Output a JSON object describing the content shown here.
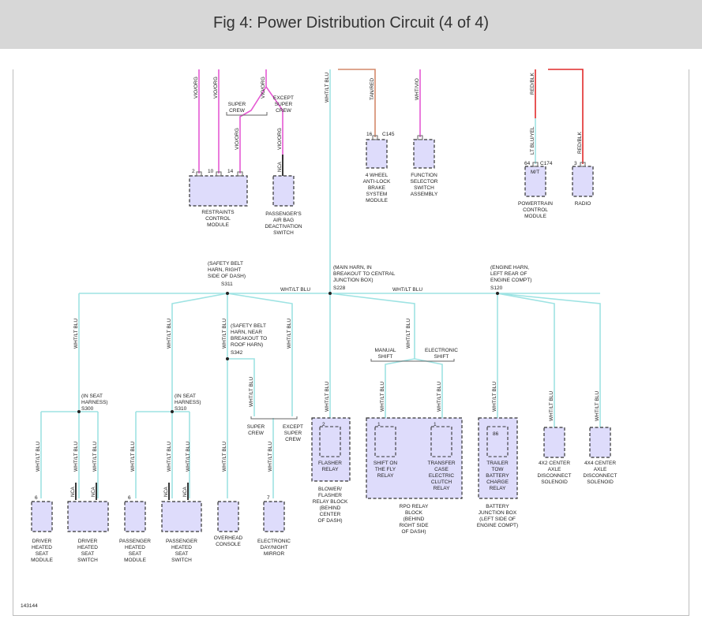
{
  "page": {
    "title": "Fig 4: Power Distribution Circuit (4 of 4)",
    "figure_number": "143144"
  },
  "colors": {
    "header_bg": "#d7d7d7",
    "component_fill": "#dedcfb",
    "wire_wht_lt_blu": "#9ee3e3",
    "wire_vio_org": "#e55ad3",
    "wire_red_blk": "#e12a2a",
    "wire_tan_red": "#d4896a"
  },
  "wires": {
    "vio_org": "VIO/ORG",
    "tan_red": "TAN/RED",
    "wht_vio": "WHT/VIO",
    "red_blk": "RED/BLK",
    "lt_blu_yel": "LT BLU/YEL",
    "wht_lt_blu": "WHT/LT BLU"
  },
  "labels": {
    "super_crew": [
      "SUPER",
      "CREW"
    ],
    "except_super_crew": [
      "EXCEPT",
      "SUPER",
      "CREW"
    ],
    "manual_shift": [
      "MANUAL",
      "SHIFT"
    ],
    "electronic_shift": [
      "ELECTRONIC",
      "SHIFT"
    ],
    "nca": "NCA",
    "mt": "M/T"
  },
  "splices": {
    "s311": {
      "note": [
        "(SAFETY BELT",
        "HARN, RIGHT",
        "SIDE OF DASH)"
      ],
      "id": "S311"
    },
    "s228": {
      "note": [
        "(MAIN HARN, IN",
        "BREAKOUT TO CENTRAL",
        "JUNCTION BOX)"
      ],
      "id": "S228"
    },
    "s120": {
      "note": [
        "(ENGINE HARN,",
        "LEFT REAR OF",
        "ENGINE COMPT)"
      ],
      "id": "S120"
    },
    "s342": {
      "note": [
        "(SAFETY BELT",
        "HARN, NEAR",
        "BREAKOUT TO",
        "ROOF HARN)"
      ],
      "id": "S342"
    },
    "s300": {
      "note": [
        "(IN SEAT",
        "HARNESS)"
      ],
      "id": "S300"
    },
    "s310": {
      "note": [
        "(IN SEAT",
        "HARNESS)"
      ],
      "id": "S310"
    }
  },
  "components": {
    "rcm": {
      "lines": [
        "RESTRAINTS",
        "CONTROL",
        "MODULE"
      ],
      "pins": [
        "2",
        "10",
        "14"
      ]
    },
    "pad": {
      "lines": [
        "PASSENGER'S",
        "AIR BAG",
        "DEACTIVATION",
        "SWITCH"
      ]
    },
    "abs": {
      "lines": [
        "4 WHEEL",
        "ANTI-LOCK",
        "BRAKE",
        "SYSTEM",
        "MODULE"
      ],
      "pin": "16",
      "connector": "C145"
    },
    "fss": {
      "lines": [
        "FUNCTION",
        "SELECTOR",
        "SWITCH",
        "ASSEMBLY"
      ]
    },
    "pcm": {
      "lines": [
        "POWERTRAIN",
        "CONTROL",
        "MODULE"
      ],
      "pin": "64",
      "connector": "C174"
    },
    "radio": {
      "lines": [
        "RADIO"
      ],
      "pin": "3"
    },
    "dhsm": {
      "lines": [
        "DRIVER",
        "HEATED",
        "SEAT",
        "MODULE"
      ],
      "pin": "6"
    },
    "dhss": {
      "lines": [
        "DRIVER",
        "HEATED",
        "SEAT",
        "SWITCH"
      ]
    },
    "phsm": {
      "lines": [
        "PASSENGER",
        "HEATED",
        "SEAT",
        "MODULE"
      ],
      "pin": "6"
    },
    "phss": {
      "lines": [
        "PASSENGER",
        "HEATED",
        "SEAT",
        "SWITCH"
      ]
    },
    "overhead": {
      "lines": [
        "OVERHEAD",
        "CONSOLE"
      ]
    },
    "mirror": {
      "lines": [
        "ELECTRONIC",
        "DAY/NIGHT",
        "MIRROR"
      ],
      "pin": "7"
    },
    "flasher_relay": {
      "lines": [
        "FLASHER",
        "RELAY"
      ],
      "pin": "2"
    },
    "flasher_block": {
      "lines": [
        "BLOWER/",
        "FLASHER",
        "RELAY BLOCK",
        "(BEHIND",
        "CENTER",
        "OF DASH)"
      ]
    },
    "sotf_relay": {
      "lines": [
        "SHIFT ON",
        "THE FLY",
        "RELAY"
      ],
      "pin": "1"
    },
    "tcec_relay": {
      "lines": [
        "TRANSFER",
        "CASE",
        "ELECTRIC",
        "CLUTCH",
        "RELAY"
      ],
      "pin": "1"
    },
    "rpo_block": {
      "lines": [
        "RPO RELAY",
        "BLOCK",
        "(BEHIND",
        "RIGHT SIDE",
        "OF DASH)"
      ]
    },
    "ttbc_relay": {
      "lines": [
        "TRAILER",
        "TOW",
        "BATTERY",
        "CHARGE",
        "RELAY"
      ],
      "pin": "86"
    },
    "bjb": {
      "lines": [
        "BATTERY",
        "JUNCTION BOX",
        "(LEFT SIDE OF",
        "ENGINE COMPT)"
      ]
    },
    "axle4x2": {
      "lines": [
        "4X2 CENTER",
        "AXLE",
        "DISCONNECT",
        "SOLENOID"
      ]
    },
    "axle4x4": {
      "lines": [
        "4X4 CENTER",
        "AXLE",
        "DISCONNECT",
        "SOLENOID"
      ]
    }
  }
}
